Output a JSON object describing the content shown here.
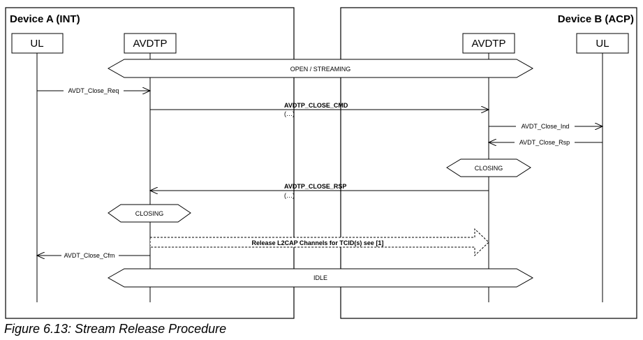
{
  "devices": {
    "a": "Device A (INT)",
    "b": "Device B (ACP)"
  },
  "entities": {
    "a_ul": "UL",
    "a_avdtp": "AVDTP",
    "b_avdtp": "AVDTP",
    "b_ul": "UL"
  },
  "states": {
    "open_streaming": "OPEN / STREAMING",
    "closing_b": "CLOSING",
    "closing_a": "CLOSING",
    "idle": "IDLE"
  },
  "messages": {
    "close_req": "AVDT_Close_Req",
    "close_cmd": "AVDTP_CLOSE_CMD",
    "close_cmd_params": "(…)",
    "close_ind": "AVDT_Close_Ind",
    "close_rsp": "AVDT_Close_Rsp",
    "close_rsp_msg": "AVDTP_CLOSE_RSP",
    "close_rsp_params": "(…)",
    "release_l2cap": "Release L2CAP Channels for TCID(s)  see [1]",
    "close_cfm": "AVDT_Close_Cfm"
  },
  "caption": "Figure 6.13: Stream Release Procedure"
}
